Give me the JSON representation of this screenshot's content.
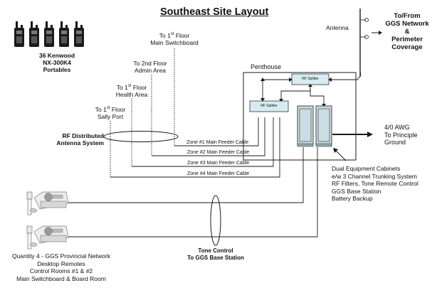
{
  "title": "Southeast Site Layout",
  "portables": {
    "line1": "36 Kenwood",
    "line2": "NX-300K4",
    "line3": "Portables"
  },
  "floors": {
    "main_switchboard": {
      "line1_pre": "To 1",
      "line1_sup": "st",
      "line1_post": " Floor",
      "line2": "Main Switchboard"
    },
    "admin_area": {
      "line1": "To 2nd Floor",
      "line2": "Admin Area"
    },
    "health_area": {
      "line1_pre": "To 1",
      "line1_sup": "st",
      "line1_post": " Floor",
      "line2": "Health Area"
    },
    "sally_port": {
      "line1_pre": "To 1",
      "line1_sup": "st",
      "line1_post": " Floor",
      "line2": "Sally Port"
    }
  },
  "das": {
    "line1": "RF Distributed",
    "line2": "Antenna System"
  },
  "penthouse": "Penthouse",
  "splitters": [
    "RF Splitter",
    "RF Splitter"
  ],
  "feeders": [
    "Zone #1 Main Feeder Cable",
    "Zone #2 Main Feeder Cable",
    "Zone #3 Main Feeder Cable",
    "Zone #4 Main Feeder Cable"
  ],
  "antenna": "Antenna",
  "network": {
    "line1": "To/From",
    "line2": "GGS Network",
    "line3": "&",
    "line4": "Perimeter",
    "line5": "Coverage"
  },
  "ground": {
    "line1": "4/0 AWG",
    "line2": "To Principle",
    "line3": "Ground"
  },
  "cabinets": {
    "line1": "Dual Equipment Cabinets",
    "line2": "e/w 3 Channel Trunking System",
    "line3": "RF Filters, Tone Remote Control",
    "line4": "GGS Base Station",
    "line5": "Battery Backup"
  },
  "remotes": {
    "line1": "Quantity 4 - GGS Provincial Network",
    "line2": "Desktop Remotes",
    "line3": "Control Rooms #1 & #2",
    "line4": "Main Switchboard & Board Room"
  },
  "tone_control": {
    "line1": "Tone Control",
    "line2": "To GGS Base Station"
  },
  "colors": {
    "line": "#1a1a1a",
    "splitter_fill": "#d6ecf2",
    "splitter_border": "#4a4a4a",
    "cabinet_fill": "#c9dde3"
  },
  "portable_count_shown": 5,
  "remote_count_shown": 2
}
